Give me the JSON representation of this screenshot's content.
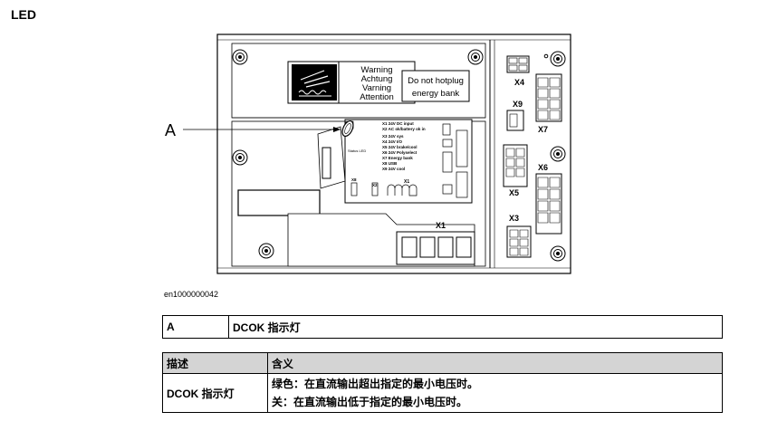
{
  "heading": "LED",
  "figure": {
    "callout": "A",
    "warning_lines": [
      "Warning",
      "Achtung",
      "Varning",
      "Attention"
    ],
    "hotplug_lines": [
      "Do not hotplug",
      "energy bank"
    ],
    "board_lines": [
      "X1 24V DC input",
      "X2 AC ok/battery ok in",
      "X3 24V sys",
      "X4 24V I/O",
      "X5 24V brake/cool",
      "X6 24V Polyselect",
      "X7 Energy bank",
      "X8 USB",
      "X9 24V cool"
    ],
    "status_led": "Status LED",
    "connectors": {
      "x1": "X1",
      "x2": "X2",
      "x3": "X3",
      "x4": "X4",
      "x5": "X5",
      "x6": "X6",
      "x7": "X7",
      "x8": "X8",
      "x9": "X9"
    },
    "id": "en1000000042"
  },
  "ref_table": {
    "key": "A",
    "value": "DCOK 指示灯"
  },
  "desc_table": {
    "headers": [
      "描述",
      "含义"
    ],
    "row": {
      "name": "DCOK 指示灯",
      "meaning_line1": "绿色：在直流输出超出指定的最小电压时。",
      "meaning_line2": "关：在直流输出低于指定的最小电压时。"
    }
  }
}
